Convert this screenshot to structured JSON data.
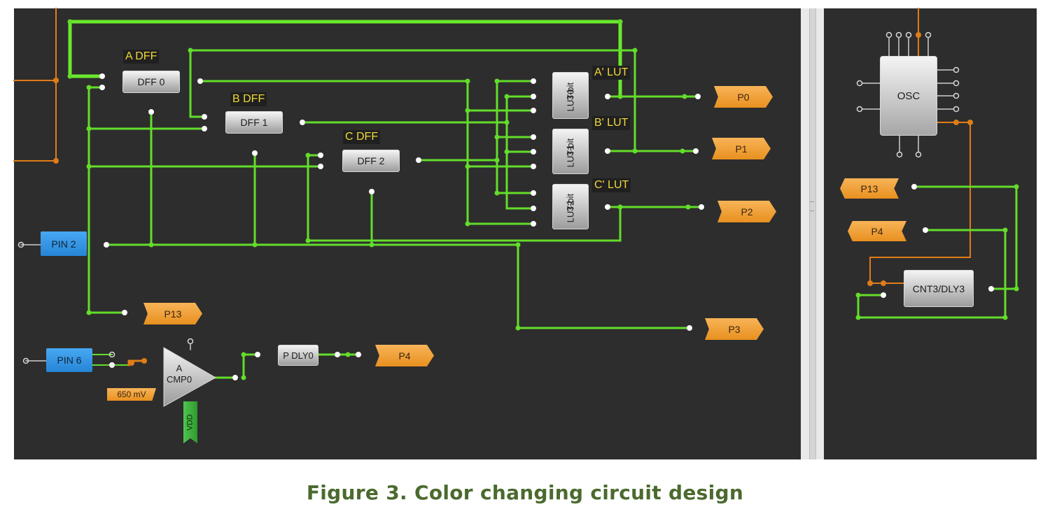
{
  "blocks": {
    "dff0": "DFF 0",
    "dff1": "DFF 1",
    "dff2": "DFF 2",
    "lut0_top": "3-bit",
    "lut0_bottom": "LUT0",
    "lut1_top": "3-bit",
    "lut1_bottom": "LUT1",
    "lut2_top": "3-bit",
    "lut2_bottom": "LUT2",
    "pdly": "P DLY0",
    "cmp_line1": "A",
    "cmp_line2": "CMP0",
    "osc": "OSC",
    "cnt": "CNT3/DLY3"
  },
  "labels": {
    "a_dff": "A DFF",
    "b_dff": "B DFF",
    "c_dff": "C DFF",
    "a_lut": "A' LUT",
    "b_lut": "B' LUT",
    "c_lut": "C' LUT"
  },
  "pins": {
    "pin2": "PIN 2",
    "pin6": "PIN 6"
  },
  "ports": {
    "p0": "P0",
    "p1": "P1",
    "p2": "P2",
    "p3": "P3",
    "p4": "P4",
    "p13": "P13",
    "r_p13": "P13",
    "r_p4": "P4"
  },
  "vref": "650 mV",
  "vdd": "VDD",
  "caption": "Figure 3. Color changing circuit design",
  "colors": {
    "wire": "#63dd2a",
    "wire_thick": "#6ae82c",
    "orange_wire": "#e07c18",
    "background": "#2d2d2d",
    "caption": "#4b6a2e"
  }
}
